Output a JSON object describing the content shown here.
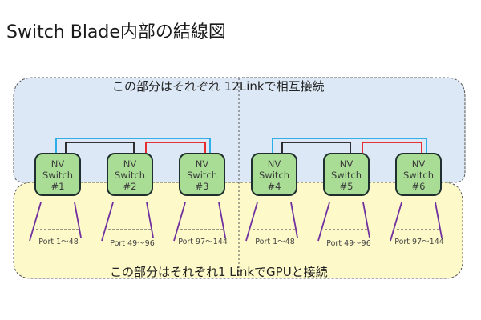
{
  "title": "Switch Blade内部の結線図",
  "regions": {
    "top_label": "この部分はそれぞれ 12Linkで相互接続",
    "bottom_label": "この部分はそれぞれ1 LinkでGPUと接続",
    "top_color": "#dce8f5",
    "bottom_color": "#fdf9c8"
  },
  "switches": [
    {
      "line1": "NV",
      "line2": "Switch",
      "line3": "#1",
      "port_range": "Port 1～48"
    },
    {
      "line1": "NV",
      "line2": "Switch",
      "line3": "#2",
      "port_range": "Port 49～96"
    },
    {
      "line1": "NV",
      "line2": "Switch",
      "line3": "#3",
      "port_range": "Port 97～144"
    },
    {
      "line1": "NV",
      "line2": "Switch",
      "line3": "#4",
      "port_range": "Port 1～48"
    },
    {
      "line1": "NV",
      "line2": "Switch",
      "line3": "#5",
      "port_range": "Port 49～96"
    },
    {
      "line1": "NV",
      "line2": "Switch",
      "line3": "#6",
      "port_range": "Port 97～144"
    }
  ],
  "link_colors": {
    "switch1_switch3": "#1aa7e8",
    "switch1_switch2": "#1a1a1a",
    "switch2_switch3": "#e8191a",
    "gpu_links": "#7030a0"
  }
}
